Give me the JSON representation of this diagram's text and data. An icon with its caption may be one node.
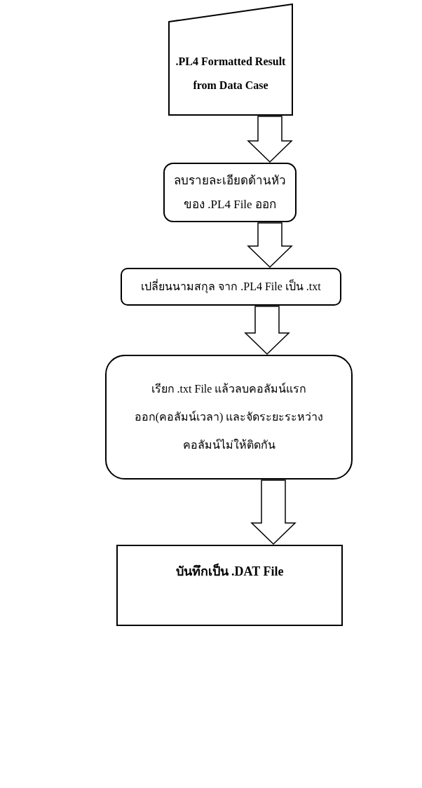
{
  "diagram": {
    "nodes": [
      {
        "text": [
          ".PL4 Formatted Result from Data Case"
        ]
      },
      {
        "text": [
          "ลบรายละเอียดด้านหัวของ .PL4 File ออก"
        ]
      },
      {
        "text": [
          "เปลี่ยนนามสกุล จาก .PL4 File เป็น .txt"
        ]
      },
      {
        "text": [
          "เรียก .txt File แล้วลบคอลัมน์แรกออก(คอลัมน์เวลา) และจัดระยะระหว่างคอลัมน์ไม่ให้ติดกัน"
        ]
      },
      {
        "text": [
          "บันทึกเป็น .DAT File"
        ]
      }
    ],
    "edges": [
      {
        "from": 0,
        "to": 1,
        "arrow": "to"
      },
      {
        "from": 1,
        "to": 2,
        "arrow": "to"
      },
      {
        "from": 2,
        "to": 3,
        "arrow": "to"
      },
      {
        "from": 3,
        "to": 4,
        "arrow": "to"
      }
    ]
  }
}
